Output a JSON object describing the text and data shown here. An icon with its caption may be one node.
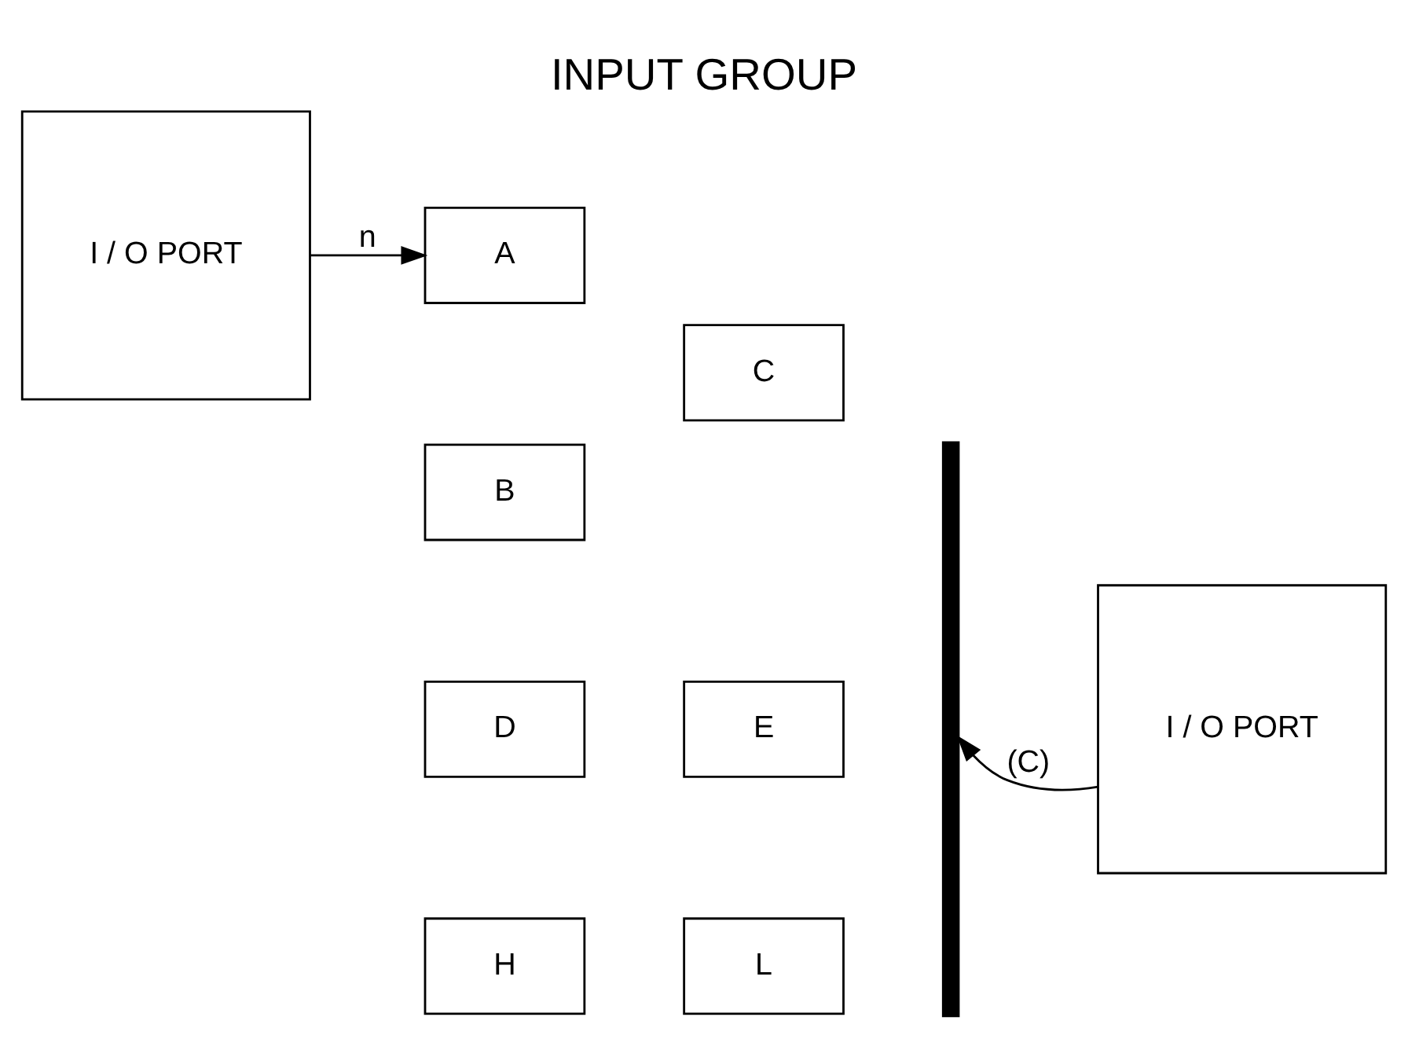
{
  "diagram": {
    "title": "INPUT GROUP",
    "nodes": [
      {
        "text": [
          "I / O PORT"
        ]
      },
      {
        "text": [
          "A"
        ]
      },
      {
        "text": [
          "B"
        ]
      },
      {
        "text": [
          "C"
        ]
      },
      {
        "text": [
          "D"
        ]
      },
      {
        "text": [
          "E"
        ]
      },
      {
        "text": [
          "H"
        ]
      },
      {
        "text": [
          "L"
        ]
      },
      {
        "text": [],
        "shape": "bar"
      },
      {
        "text": [
          "I / O PORT"
        ]
      }
    ],
    "edges": [
      {
        "from": 0,
        "to": 1,
        "label": "n",
        "arrow": "to"
      },
      {
        "from": 9,
        "to": 8,
        "label": "(C)",
        "arrow": "to"
      }
    ]
  }
}
